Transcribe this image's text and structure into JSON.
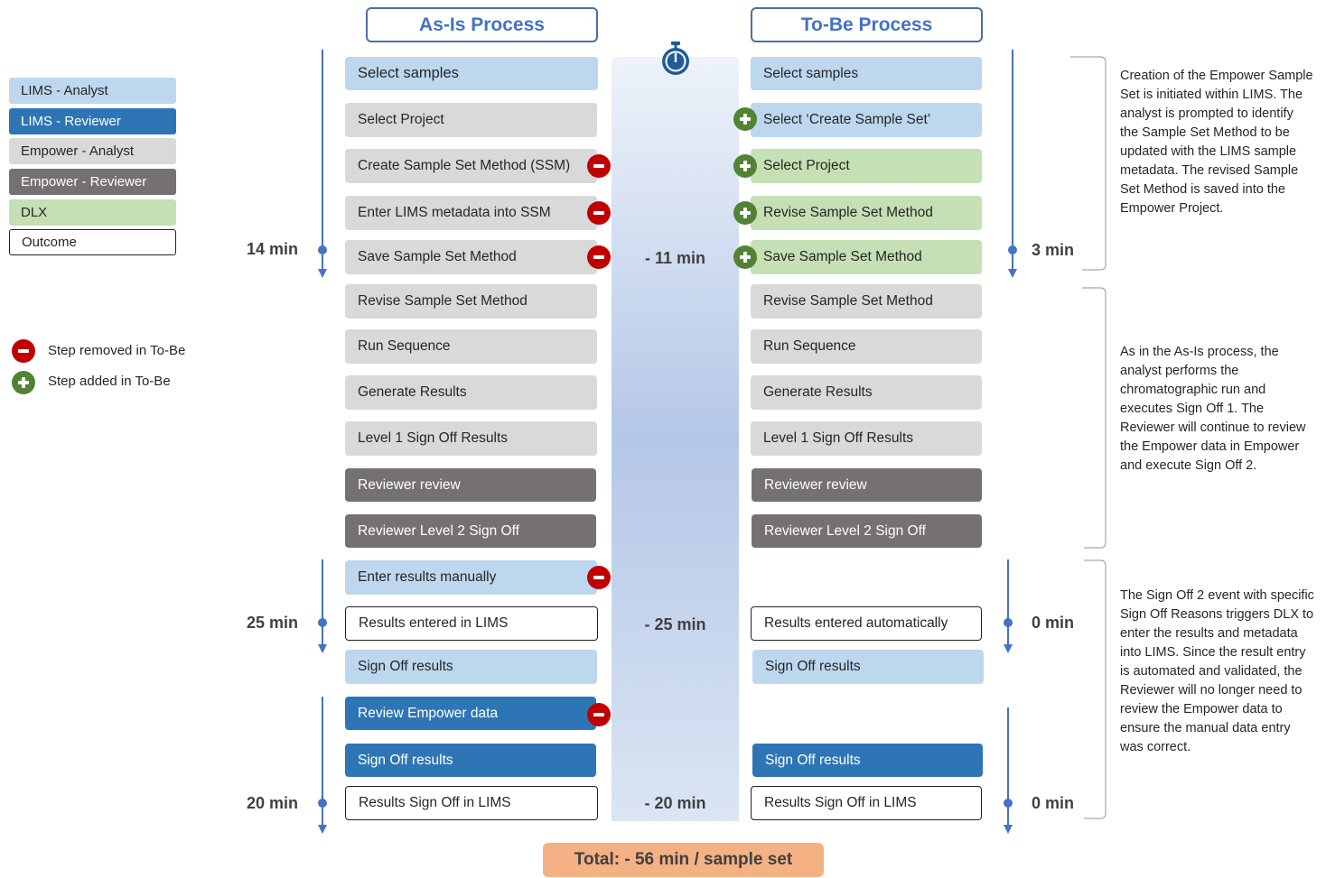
{
  "headers": {
    "as_is": "As-Is Process",
    "to_be": "To-Be Process"
  },
  "legend": {
    "items": [
      {
        "label": "LIMS - Analyst",
        "color": "#bdd7ee"
      },
      {
        "label": "LIMS - Reviewer",
        "color": "#2e75b6"
      },
      {
        "label": "Empower - Analyst",
        "color": "#d9d9d9"
      },
      {
        "label": "Empower - Reviewer",
        "color": "#767171"
      },
      {
        "label": "DLX",
        "color": "#c5e0b4"
      },
      {
        "label": "Outcome",
        "color": "#ffffff"
      }
    ],
    "removed": "Step removed in To-Be",
    "added": "Step added in To-Be"
  },
  "as_is": {
    "steps": [
      "Select samples",
      "Select Project",
      "Create Sample Set Method (SSM)",
      "Enter LIMS metadata into SSM",
      "Save Sample Set Method",
      "Revise Sample Set Method",
      "Run Sequence",
      "Generate Results",
      "Level 1 Sign Off Results",
      "Reviewer review",
      "Reviewer Level 2 Sign Off",
      "Enter results manually",
      "Results entered in LIMS",
      "Sign Off results",
      "Review Empower data",
      "Sign Off results",
      "Results Sign Off in LIMS"
    ],
    "times": [
      "14 min",
      "25 min",
      "20 min"
    ]
  },
  "to_be": {
    "steps": [
      "Select samples",
      "Select ‘Create Sample Set’",
      "Select Project",
      "Revise Sample Set Method",
      "Save Sample Set Method",
      "Revise Sample Set Method",
      "Run Sequence",
      "Generate Results",
      "Level 1 Sign Off Results",
      "Reviewer review",
      "Reviewer Level 2 Sign Off",
      "Results entered automatically",
      "Sign Off results",
      "Sign Off results",
      "Results Sign Off in LIMS"
    ],
    "times": [
      "3 min",
      "0 min",
      "0 min"
    ]
  },
  "deltas": [
    "- 11 min",
    "- 25 min",
    "- 20 min"
  ],
  "notes": [
    "Creation of the Empower Sample Set is initiated within LIMS. The analyst is prompted to identify the Sample Set Method to be updated with the LIMS sample metadata. The revised Sample Set Method is saved into the Empower Project.",
    "As in the As-Is process, the analyst performs the chromatographic run and executes Sign Off 1. The Reviewer will continue to review the Empower data in Empower and execute Sign Off 2.",
    "The Sign Off 2 event with specific Sign Off Reasons triggers DLX to enter the results and metadata into LIMS. Since the result entry is automated and validated, the Reviewer will no longer need to review the Empower data to ensure the manual data entry was correct."
  ],
  "total": "Total: - 56 min / sample set",
  "icons": {
    "timer": "stopwatch-icon",
    "removed": "minus-circle-icon",
    "added": "plus-circle-icon"
  }
}
